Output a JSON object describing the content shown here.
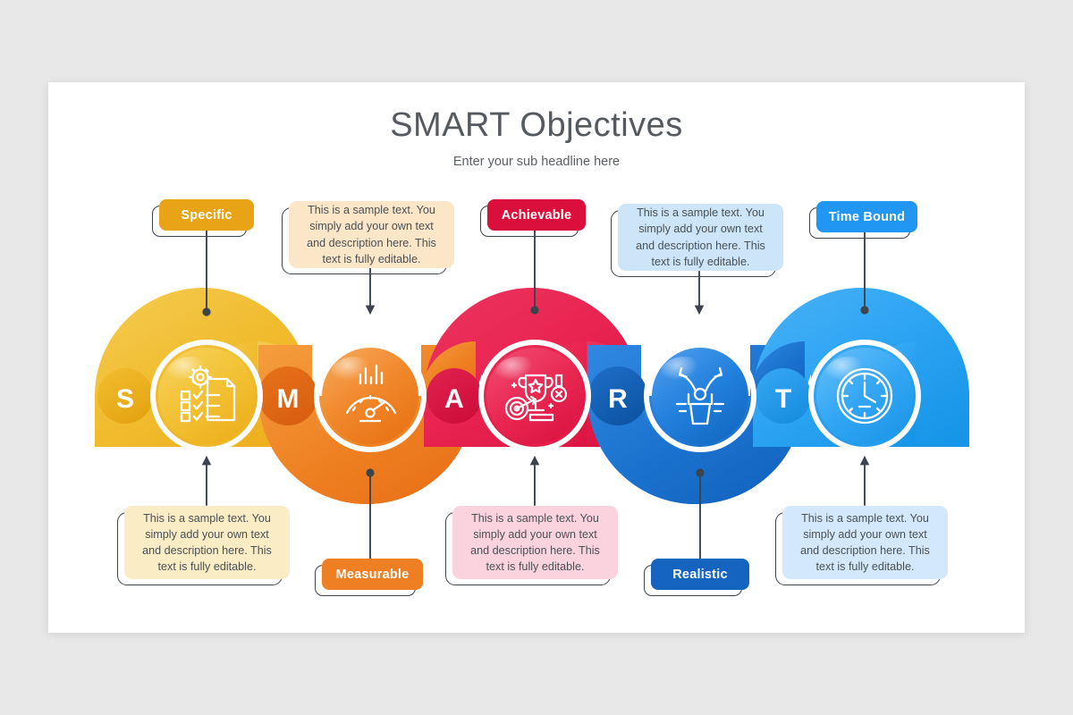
{
  "header": {
    "title": "SMART Objectives",
    "subtitle": "Enter your sub headline here"
  },
  "sample_text": "This is a sample text. You simply add your own text and description here. This text is fully editable.",
  "colors": {
    "background": "#e8e8e8",
    "card": "#ffffff",
    "connector": "#3c444e",
    "title": "#555a60",
    "specific": "#F0BC2E",
    "specific_dark": "#E9A91B",
    "measurable": "#EE8022",
    "measurable_dark": "#E2691A",
    "achievable": "#E8234F",
    "achievable_dark": "#D2103C",
    "realistic": "#1A72CE",
    "realistic_dark": "#1159A8",
    "timebound": "#2BA3F2",
    "timebound_dark": "#1E93E3",
    "box_specific": "#FCE6C8",
    "box_measurable": "#FAECC5",
    "box_achievable": "#FBD3DE",
    "box_realistic": "#CCE5F8",
    "box_timebound": "#D3E9FB"
  },
  "steps": [
    {
      "key": "specific",
      "letter": "S",
      "label": "Specific",
      "icon": "clipboard-gear-icon",
      "badge_color": "#E8A317",
      "box_color": "#FCE6C8",
      "text": "This is a sample text. You simply add your own text and description here. This text is fully editable."
    },
    {
      "key": "measurable",
      "letter": "M",
      "label": "Measurable",
      "icon": "speedometer-chart-icon",
      "badge_color": "#EE7F22",
      "box_color": "#FAECC5",
      "text": "This is a sample text. You simply add your own text and description here. This text is fully editable."
    },
    {
      "key": "achievable",
      "letter": "A",
      "label": "Achievable",
      "icon": "trophy-target-medal-icon",
      "badge_color": "#DB0F3C",
      "box_color": "#FBD3DE",
      "text": "This is a sample text. You simply add your own text and description here. This text is fully editable."
    },
    {
      "key": "realistic",
      "letter": "R",
      "label": "Realistic",
      "icon": "person-arrows-icon",
      "badge_color": "#1565C0",
      "box_color": "#CCE5F8",
      "text": "This is a sample text. You simply add your own text and description here. This text is fully editable."
    },
    {
      "key": "timebound",
      "letter": "T",
      "label": "Time Bound",
      "icon": "clock-icon",
      "badge_color": "#2196F3",
      "box_color": "#D3E9FB",
      "text": "This is a sample text. You simply add your own text and description here. This text is fully editable."
    }
  ]
}
